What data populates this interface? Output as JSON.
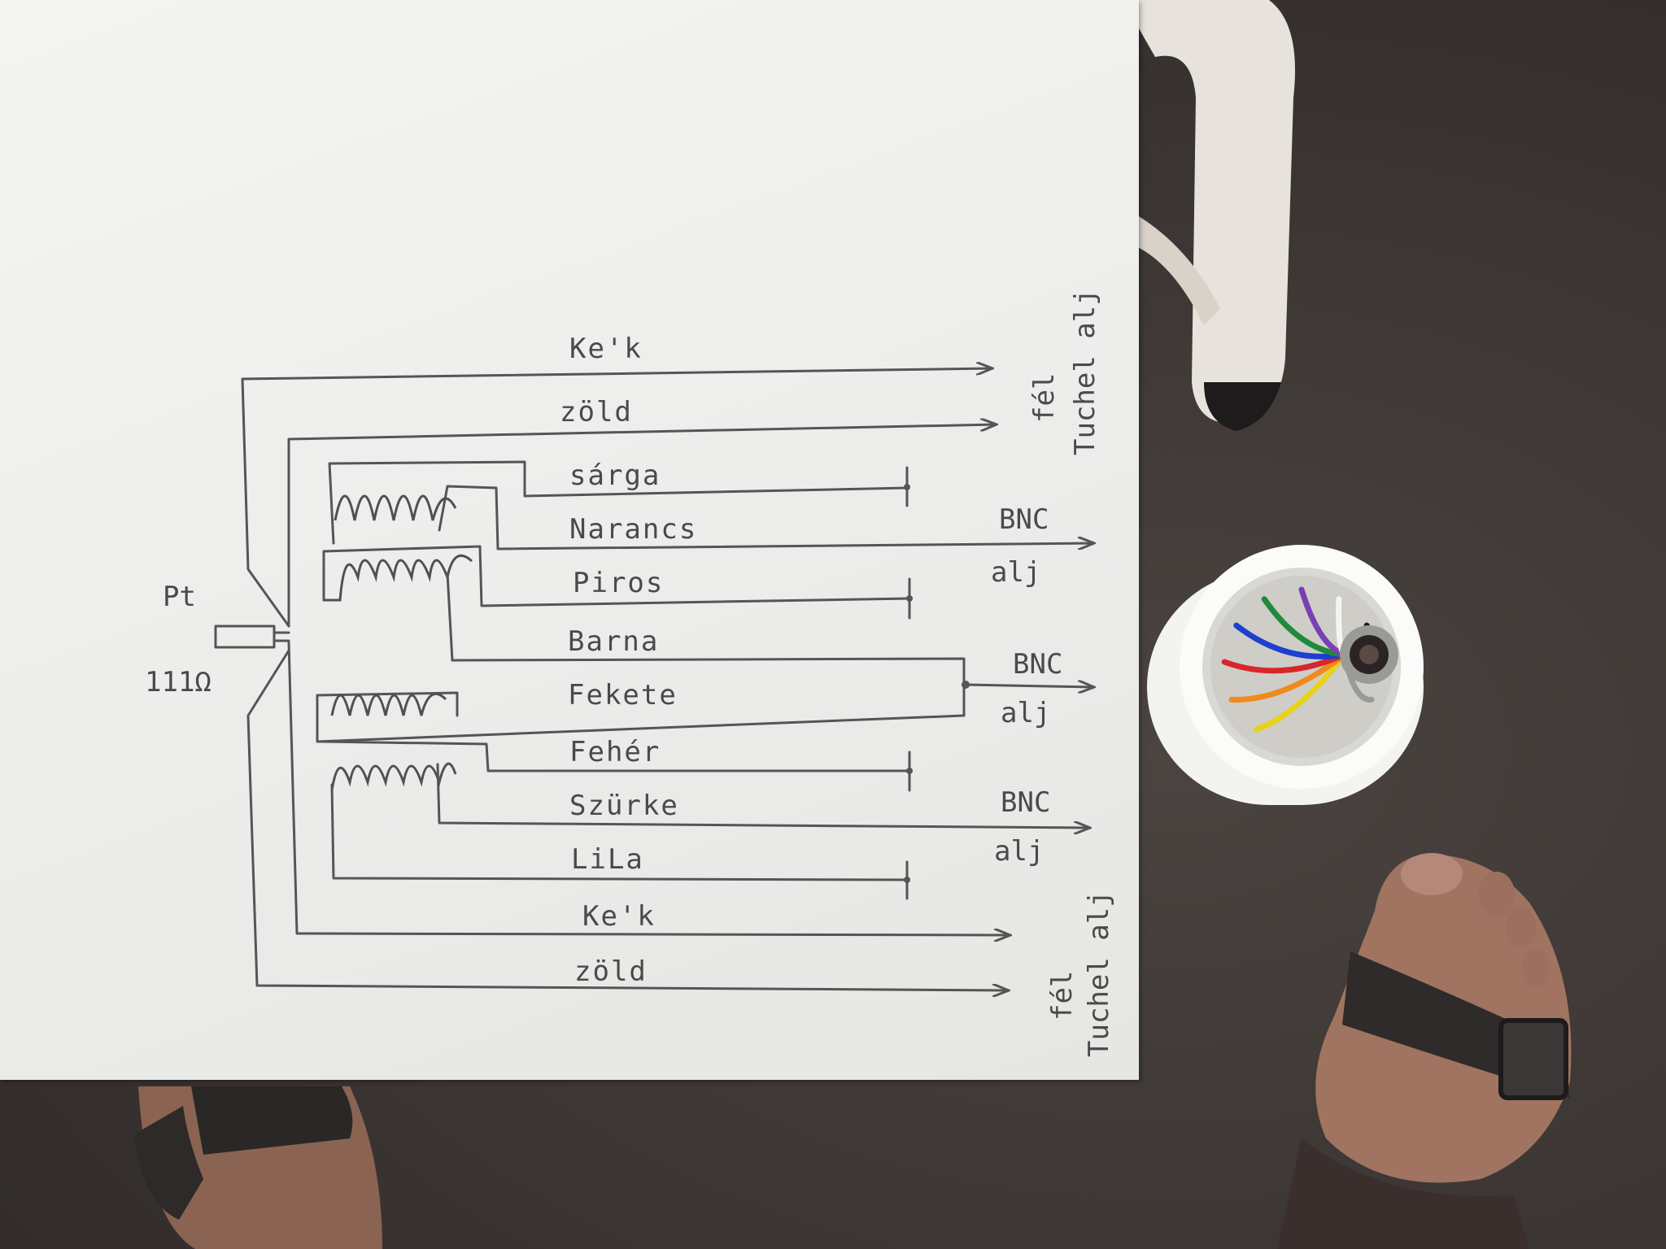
{
  "sensor": {
    "label_top": "Pt",
    "label_bottom": "111Ω"
  },
  "wires": [
    {
      "label": "Ke'k"
    },
    {
      "label": "zöld"
    },
    {
      "label": "sárga"
    },
    {
      "label": "Narancs"
    },
    {
      "label": "Piros"
    },
    {
      "label": "Barna"
    },
    {
      "label": "Fekete"
    },
    {
      "label": "Fehér"
    },
    {
      "label": "Szürke"
    },
    {
      "label": "LiLa"
    },
    {
      "label": "Ke'k"
    },
    {
      "label": "zöld"
    }
  ],
  "terminals": {
    "tuchel_top": {
      "line1": "Tuchel alj",
      "line2": "fél"
    },
    "bnc_1": {
      "line1": "BNC",
      "line2": "alj"
    },
    "bnc_2": {
      "line1": "BNC",
      "line2": "alj"
    },
    "bnc_3": {
      "line1": "BNC",
      "line2": "alj"
    },
    "tuchel_bottom": {
      "line1": "Tuchel alj",
      "line2": "fél"
    }
  },
  "connector_wire_colors": [
    "#e8d21a",
    "#f08a1c",
    "#d8262a",
    "#1e3fd0",
    "#1f8a3a",
    "#7a3fb5",
    "#f4f4f4",
    "#1a1a1a",
    "#8b5a2b",
    "#9a9a9a"
  ]
}
